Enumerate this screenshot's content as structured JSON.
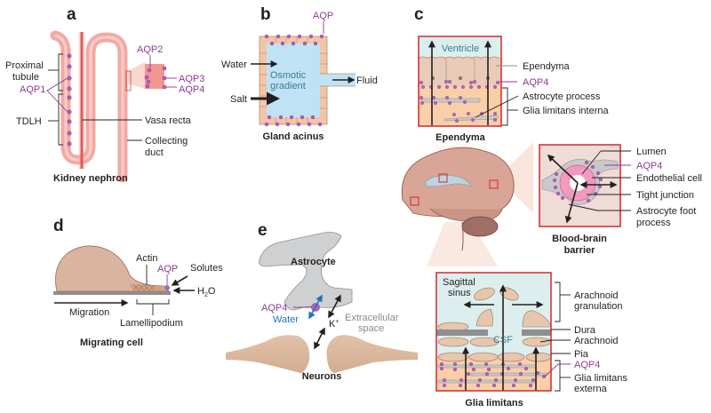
{
  "figure": {
    "panels": {
      "a": {
        "letter": "a",
        "caption": "Kidney nephron",
        "labels": {
          "proximal_tubule_1": "Proximal",
          "proximal_tubule_2": "tubule",
          "aqp1": "AQP1",
          "tdlh": "TDLH",
          "aqp2": "AQP2",
          "aqp3": "AQP3",
          "aqp4": "AQP4",
          "vasa_recta": "Vasa recta",
          "collecting_duct_1": "Collecting",
          "collecting_duct_2": "duct"
        }
      },
      "b": {
        "letter": "b",
        "caption": "Gland acinus",
        "labels": {
          "aqp": "AQP",
          "water": "Water",
          "salt": "Salt",
          "osmotic_1": "Osmotic",
          "osmotic_2": "gradient",
          "fluid": "Fluid"
        }
      },
      "c": {
        "letter": "c",
        "ependyma": {
          "caption": "Ependyma",
          "labels": {
            "ventricle": "Ventricle",
            "ependyma": "Ependyma",
            "aqp4": "AQP4",
            "astrocyte_process": "Astrocyte process",
            "glia_limitans_interna": "Glia limitans interna"
          }
        },
        "bbb": {
          "caption_1": "Blood-brain",
          "caption_2": "barrier",
          "labels": {
            "lumen": "Lumen",
            "aqp4": "AQP4",
            "endothelial_cell": "Endothelial cell",
            "tight_junction": "Tight junction",
            "astrocyte_foot_1": "Astrocyte foot",
            "astrocyte_foot_2": "process"
          }
        },
        "glia": {
          "caption": "Glia limitans",
          "labels": {
            "sagittal_1": "Sagittal",
            "sagittal_2": "sinus",
            "arachnoid_gran_1": "Arachnoid",
            "arachnoid_gran_2": "granulation",
            "dura": "Dura",
            "csf": "CSF",
            "arachnoid": "Arachnoid",
            "pia": "Pia",
            "aqp4": "AQP4",
            "glia_ext_1": "Glia limitans",
            "glia_ext_2": "externa"
          }
        }
      },
      "d": {
        "letter": "d",
        "caption": "Migrating cell",
        "labels": {
          "actin": "Actin",
          "aqp": "AQP",
          "solutes": "Solutes",
          "h2o_h": "H",
          "h2o_2": "2",
          "h2o_o": "O",
          "migration": "Migration",
          "lamellipodium": "Lamellipodium"
        }
      },
      "e": {
        "letter": "e",
        "labels": {
          "astrocyte": "Astrocyte",
          "aqp4": "AQP4",
          "water": "Water",
          "k": "K",
          "k_sup": "+",
          "extracellular_1": "Extracellular",
          "extracellular_2": "space",
          "neurons": "Neurons"
        }
      }
    },
    "colors": {
      "aqp_purple": "#8e3a96",
      "aqp_dot": "#b462c0",
      "tubule_pink": "#f3a9a3",
      "vessel_red": "#d7262b",
      "gland_blue": "#bfe3f5",
      "cell_tan": "#e6c7ae",
      "frame_red": "#d7262b",
      "water_blue": "#1b76ba",
      "brain_pink": "#d9a596",
      "glial_gray": "#c8c9cb"
    }
  }
}
